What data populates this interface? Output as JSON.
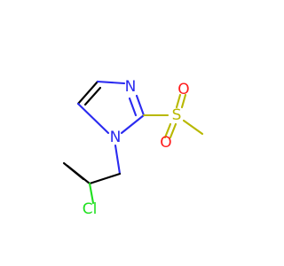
{
  "molecule": {
    "atoms": {
      "n_imidazole": {
        "label": "N",
        "color": "#2a2af0"
      },
      "n1_imidazole": {
        "label": "N",
        "color": "#2a2af0"
      },
      "s_sulfonyl": {
        "label": "S",
        "color": "#b8b800"
      },
      "o_upper": {
        "label": "O",
        "color": "#ff1c1c"
      },
      "o_lower": {
        "label": "O",
        "color": "#ff1c1c"
      },
      "cl": {
        "label": "Cl",
        "color": "#1fe01f"
      }
    }
  }
}
